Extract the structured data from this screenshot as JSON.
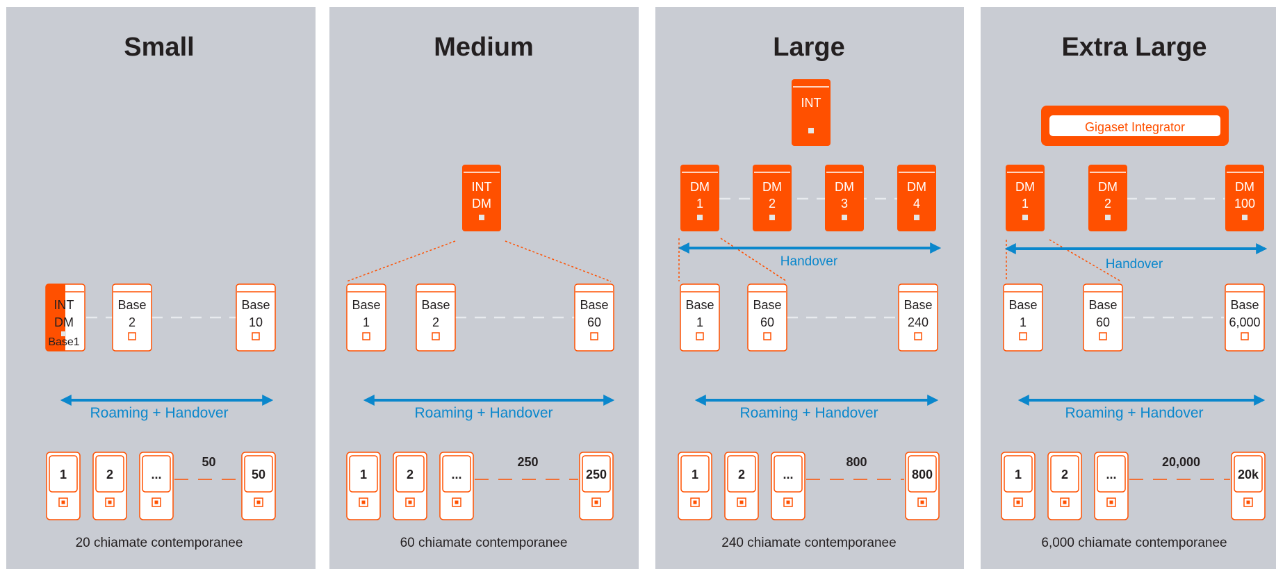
{
  "colors": {
    "panel": "#c9ccd3",
    "orange": "#ff5000",
    "blue": "#0a87cc",
    "dash": "#e8eaee",
    "text": "#231f20"
  },
  "panels": [
    {
      "title": "Small",
      "nodes": [],
      "node_links": [],
      "handover_top": "",
      "bases": [
        {
          "line1": "INT",
          "line2": "DM",
          "line3": "Base1",
          "combined": true
        },
        {
          "line1": "Base",
          "line2": "2"
        },
        {
          "line1": "Base",
          "line2": "10"
        }
      ],
      "roaming_label": "Roaming + Handover",
      "handsets": [
        "1",
        "2",
        "...",
        "50"
      ],
      "handset_count": "50",
      "footer": "20 chiamate contemporanee"
    },
    {
      "title": "Medium",
      "nodes": [
        {
          "line1": "INT",
          "line2": "DM"
        }
      ],
      "node_links": [],
      "handover_top": "",
      "bases": [
        {
          "line1": "Base",
          "line2": "1"
        },
        {
          "line1": "Base",
          "line2": "2"
        },
        {
          "line1": "Base",
          "line2": "60"
        }
      ],
      "roaming_label": "Roaming + Handover",
      "handsets": [
        "1",
        "2",
        "...",
        "250"
      ],
      "handset_count": "250",
      "footer": "60 chiamate contemporanee"
    },
    {
      "title": "Large",
      "top_node": {
        "line1": "INT"
      },
      "nodes": [
        {
          "line1": "DM",
          "line2": "1"
        },
        {
          "line1": "DM",
          "line2": "2"
        },
        {
          "line1": "DM",
          "line2": "3"
        },
        {
          "line1": "DM",
          "line2": "4"
        }
      ],
      "handover_top": "Handover",
      "bases": [
        {
          "line1": "Base",
          "line2": "1"
        },
        {
          "line1": "Base",
          "line2": "60"
        },
        {
          "line1": "Base",
          "line2": "240"
        }
      ],
      "roaming_label": "Roaming + Handover",
      "handsets": [
        "1",
        "2",
        "...",
        "800"
      ],
      "handset_count": "800",
      "footer": "240 chiamate contemporanee"
    },
    {
      "title": "Extra Large",
      "integrator": "Gigaset Integrator",
      "nodes": [
        {
          "line1": "DM",
          "line2": "1"
        },
        {
          "line1": "DM",
          "line2": "2"
        },
        {
          "line1": "DM",
          "line2": "100"
        }
      ],
      "handover_top": "Handover",
      "bases": [
        {
          "line1": "Base",
          "line2": "1"
        },
        {
          "line1": "Base",
          "line2": "60"
        },
        {
          "line1": "Base",
          "line2": "6,000"
        }
      ],
      "roaming_label": "Roaming + Handover",
      "handsets": [
        "1",
        "2",
        "...",
        "20k"
      ],
      "handset_count": "20,000",
      "footer": "6,000 chiamate contemporanee"
    }
  ]
}
